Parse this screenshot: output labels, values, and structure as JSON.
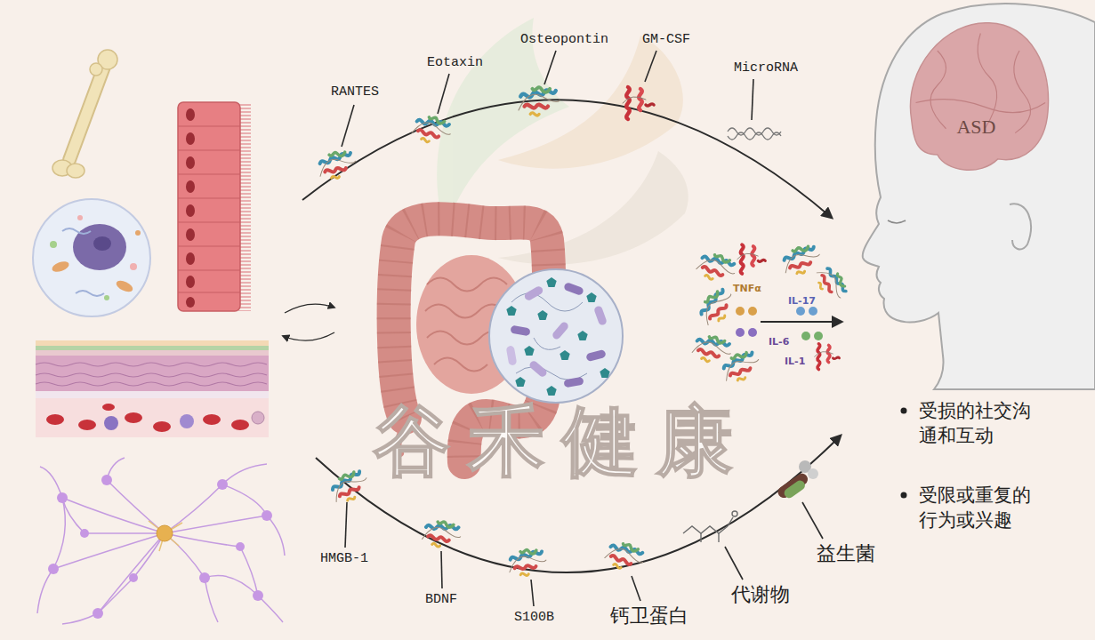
{
  "diagram": {
    "nodes": [
      {
        "text": [
          "ASD"
        ]
      }
    ],
    "labels": [
      "RANTES",
      "Eotaxin",
      "Osteopontin",
      "GM-CSF",
      "MicroRNA",
      "TNFα",
      "IL-17",
      "IL-6",
      "IL-1",
      "HMGB-1",
      "BDNF",
      "S100B",
      "钙卫蛋白",
      "代谢物",
      "益生菌",
      "受损的社交沟通和互动",
      "受限或重复的行为或兴趣",
      "谷禾健康"
    ]
  }
}
